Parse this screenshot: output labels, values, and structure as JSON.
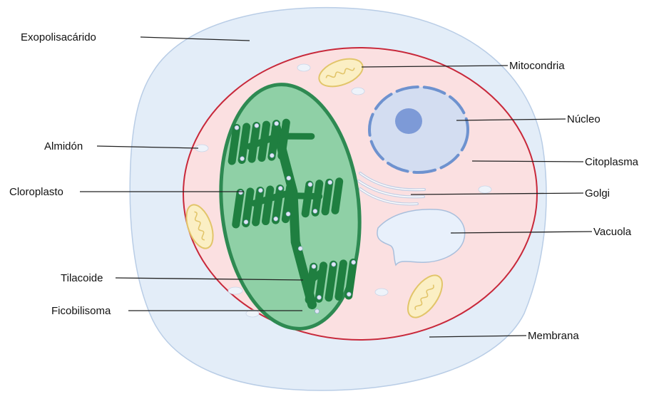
{
  "labels": {
    "exopolisacarido": "Exopolisacárido",
    "mitocondria": "Mitocondria",
    "nucleo": "Núcleo",
    "citoplasma": "Citoplasma",
    "golgi": "Golgi",
    "vacuola": "Vacuola",
    "membrana": "Membrana",
    "almidon": "Almidón",
    "cloroplasto": "Cloroplasto",
    "tilacoide": "Tilacoide",
    "ficobilisoma": "Ficobilisoma"
  },
  "colors": {
    "capsule_fill": "#e3edf8",
    "capsule_stroke": "#b9cde6",
    "cytoplasm_fill": "#fbe0e1",
    "membrane_stroke": "#c8283a",
    "chloroplast_fill": "#8fd0a6",
    "chloroplast_stroke": "#2e8a52",
    "thylakoid": "#1f7f40",
    "phycobilisome": "#dfe7f4",
    "nucleus_fill": "#d3ddf1",
    "nucleus_dash": "#6e92cf",
    "nucleolus": "#7d9ad7",
    "mitochondria_fill": "#fbefc4",
    "mitochondria_stroke": "#e2c56a",
    "starch": "#eef3fa",
    "vacuole_fill": "#e8f0fb",
    "vacuole_stroke": "#a9bfdc",
    "label_line": "#222222"
  }
}
